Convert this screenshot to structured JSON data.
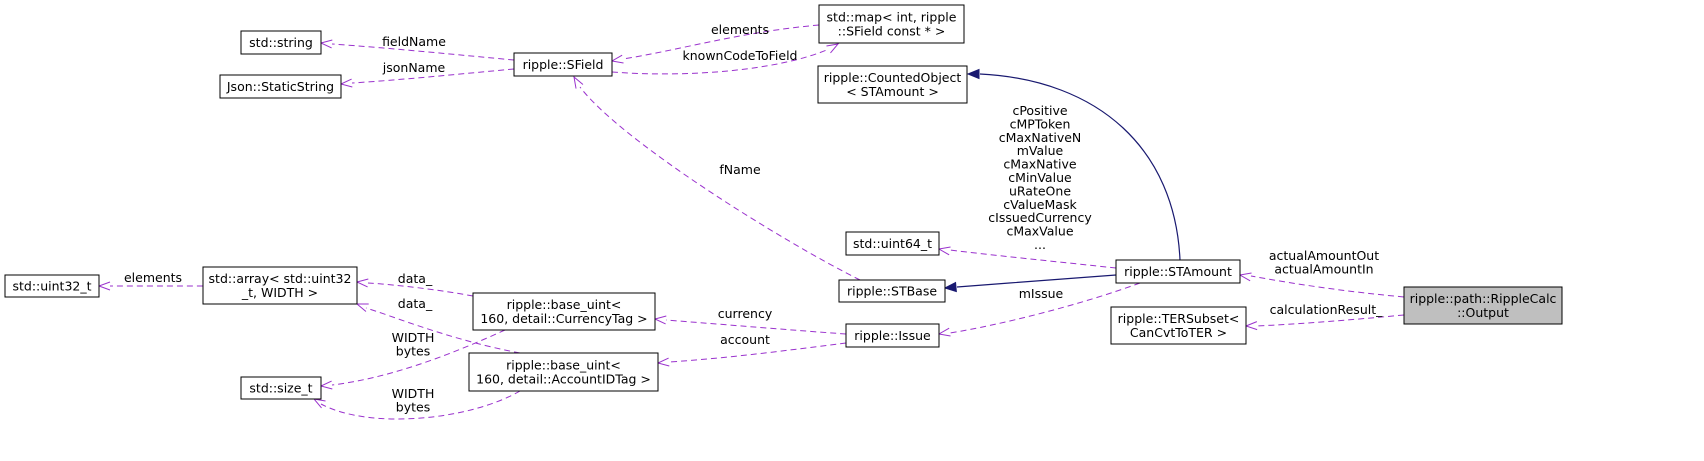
{
  "nodes": {
    "std_string": {
      "lines": [
        "std::string"
      ]
    },
    "json_static_string": {
      "lines": [
        "Json::StaticString"
      ]
    },
    "sfield": {
      "lines": [
        "ripple::SField"
      ]
    },
    "std_map": {
      "lines": [
        "std::map< int, ripple",
        "::SField const * >"
      ]
    },
    "counted_object": {
      "lines": [
        "ripple::CountedObject",
        "< STAmount >"
      ]
    },
    "std_uint64": {
      "lines": [
        "std::uint64_t"
      ]
    },
    "stbase": {
      "lines": [
        "ripple::STBase"
      ]
    },
    "stamount": {
      "lines": [
        "ripple::STAmount"
      ]
    },
    "output": {
      "lines": [
        "ripple::path::RippleCalc",
        "::Output"
      ]
    },
    "tersubset": {
      "lines": [
        "ripple::TERSubset<",
        "CanCvtToTER >"
      ]
    },
    "std_uint32": {
      "lines": [
        "std::uint32_t"
      ]
    },
    "std_array": {
      "lines": [
        "std::array< std::uint32",
        "_t, WIDTH >"
      ]
    },
    "base_uint_currency": {
      "lines": [
        "ripple::base_uint<",
        "160, detail::CurrencyTag >"
      ]
    },
    "issue": {
      "lines": [
        "ripple::Issue"
      ]
    },
    "std_size_t": {
      "lines": [
        "std::size_t"
      ]
    },
    "base_uint_account": {
      "lines": [
        "ripple::base_uint<",
        "160, detail::AccountIDTag >"
      ]
    }
  },
  "edge_labels": {
    "field_name": [
      "fieldName"
    ],
    "json_name": [
      "jsonName"
    ],
    "elements_map": [
      "elements"
    ],
    "known_code": [
      "knownCodeToField"
    ],
    "fname": [
      "fName"
    ],
    "uint64_members": [
      "cPositive",
      "cMPToken",
      "cMaxNativeN",
      "mValue",
      "cMaxNative",
      "cMinValue",
      "uRateOne",
      "cValueMask",
      "cIssuedCurrency",
      "cMaxValue",
      "..."
    ],
    "actual_amount": [
      "actualAmountOut",
      "actualAmountIn"
    ],
    "calculation_result": [
      "calculationResult_"
    ],
    "missue": [
      "mIssue"
    ],
    "currency": [
      "currency"
    ],
    "account": [
      "account"
    ],
    "elements_array": [
      "elements"
    ],
    "data_currency": [
      "data_"
    ],
    "data_account": [
      "data_"
    ],
    "width_bytes_currency": [
      "WIDTH",
      "bytes"
    ],
    "width_bytes_account": [
      "WIDTH",
      "bytes"
    ]
  },
  "colors": {
    "usage_edge": "#9a32cd",
    "inheritance_edge": "#191970",
    "focus_node_fill": "#bfbfbf",
    "node_fill": "#ffffff"
  }
}
